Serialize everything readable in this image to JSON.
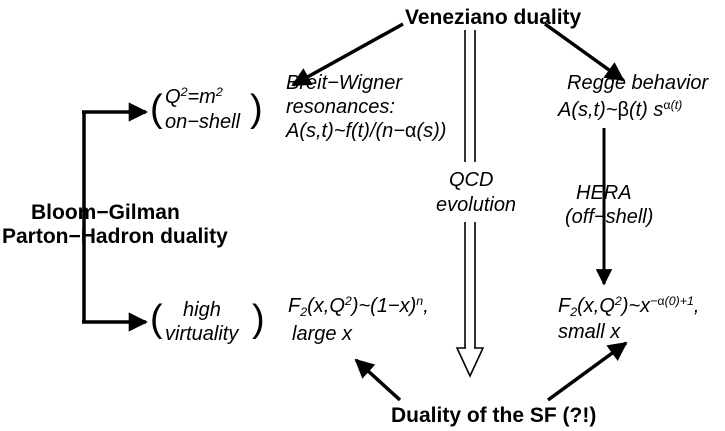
{
  "nodes": {
    "veneziano": "Veneziano duality",
    "bloom_line1": "Bloom−Gilman",
    "bloom_line2": "Parton−Hadron duality",
    "sf": "Duality of the SF (?!)",
    "qcd_line1": "QCD",
    "qcd_line2": "evolution",
    "hera_line1": "HERA",
    "hera_line2": "(off−shell)",
    "onshell_q": "Q",
    "onshell_eq": "=m",
    "onshell_sup1": "2",
    "onshell_sup2": "2",
    "onshell_label": "on−shell",
    "high_line1": "high",
    "high_line2": "virtuality",
    "paren_open": "(",
    "paren_close": ")"
  },
  "breit_wigner": {
    "line1": "Breit−Wigner",
    "line2": "resonances:",
    "formula_a": "A(s,t)~f(t)/(n−",
    "alpha": "α",
    "formula_b": "(s))"
  },
  "regge": {
    "line1": "Regge behavior",
    "formula_a": "A(s,t)~",
    "beta": "β",
    "formula_b": "(t) s",
    "sup_alpha": "α",
    "sup_rest": "(t)"
  },
  "large_x": {
    "f": "F",
    "sub": "2",
    "mid": "(x,Q",
    "sup": "2",
    "rest": ")~(1−x)",
    "exp": "n",
    "comma": ",",
    "line2": "large x"
  },
  "small_x": {
    "f": "F",
    "sub": "2",
    "mid": "(x,Q",
    "sup": "2",
    "rest": ")~x",
    "exp_a": "−",
    "exp_alpha": "α",
    "exp_b": "(0)+1",
    "comma": ",",
    "line2": "small x"
  }
}
